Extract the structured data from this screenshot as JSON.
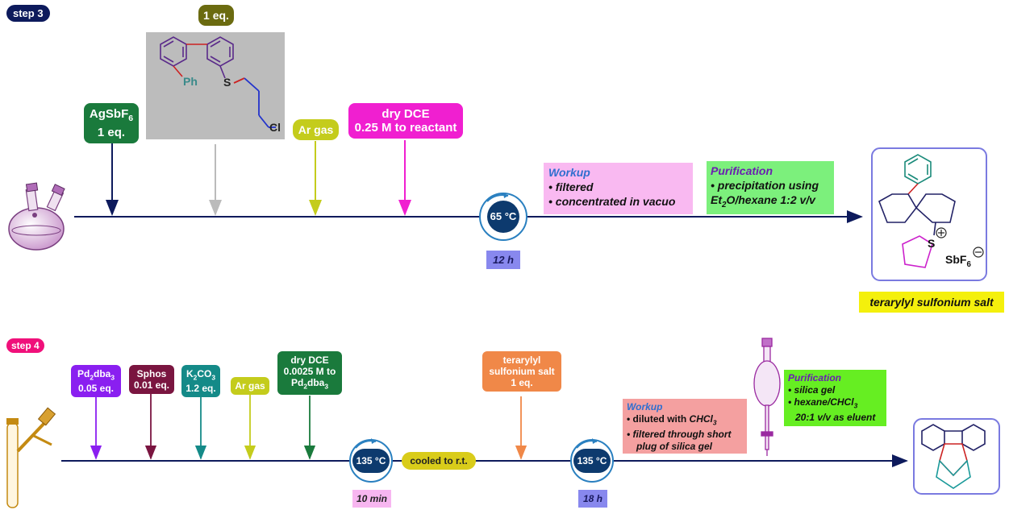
{
  "step3": {
    "label": "step 3",
    "reagents": {
      "substrate_eq": "1 eq.",
      "substrate_ph": "Ph",
      "substrate_s": "S",
      "substrate_cl": "Cl",
      "agsbf6_line1_a": "AgSbF",
      "agsbf6_line1_sub": "6",
      "agsbf6_line2": "1 eq.",
      "argas": "Ar gas",
      "dce_line1": "dry DCE",
      "dce_line2": "0.25 M to reactant"
    },
    "temperature": "65 °C",
    "time": "12 h",
    "workup": {
      "title": "Workup",
      "items": [
        "• filtered",
        "• concentrated in vacuo"
      ]
    },
    "purification": {
      "title": "Purification",
      "item1": "• precipitation using",
      "item2_a": "Et",
      "item2_sub": "2",
      "item2_b": "O/hexane 1:2 v/v"
    },
    "product": {
      "s_label": "S",
      "counterion_a": "SbF",
      "counterion_sub": "6",
      "name": "terarylyl sulfonium salt"
    }
  },
  "step4": {
    "label": "step 4",
    "reagents": {
      "pd_a": "Pd",
      "pd_sub1": "2",
      "pd_b": "dba",
      "pd_sub2": "3",
      "pd_eq": "0.05 eq.",
      "sphos_1": "Sphos",
      "sphos_2": "0.01 eq.",
      "k2co3_a": "K",
      "k2co3_sub1": "2",
      "k2co3_b": "CO",
      "k2co3_sub2": "3",
      "k2co3_eq": "1.2 eq.",
      "argas": "Ar gas",
      "dce_1": "dry DCE",
      "dce_2": "0.0025 M to",
      "dce_3_a": "Pd",
      "dce_3_sub1": "2",
      "dce_3_b": "dba",
      "dce_3_sub2": "3",
      "salt_1": "terarylyl",
      "salt_2": "sulfonium salt",
      "salt_3": "1 eq."
    },
    "temp1": "135 °C",
    "time1": "10 min",
    "cooled": "cooled to r.t.",
    "temp2": "135 °C",
    "time2": "18 h",
    "workup": {
      "title": "Workup",
      "item1_a": "•  diluted with ",
      "item1_b": "CHCl",
      "item1_sub": "3",
      "item2": "•  filtered through short",
      "item3": "plug of silica gel"
    },
    "purification": {
      "title": "Purification",
      "item1": "• silica gel",
      "item2_a": "• hexane/CHCl",
      "item2_sub": "3",
      "item3": "20:1 v/v as eluent"
    }
  },
  "colors": {
    "navy": "#0d1a5c",
    "agsbf6": "#1a7a3c",
    "substrate_eq": "#6b6b10",
    "argas": "#c4cc1c",
    "dce": "#f01fd0",
    "pd2dba3": "#8a1ff0",
    "sphos": "#7a1540",
    "k2co3": "#148a88",
    "dce4": "#1a7a3c",
    "salt": "#f08848",
    "workup_bg": "#f9b9f1",
    "purif_bg": "#7cf07c",
    "workup4_bg": "#f4a0a0",
    "purif4_bg": "#66ee22",
    "time_bg": "#8888ee",
    "time4a_bg": "#f7b6f0",
    "product_label_bg": "#f4f00c"
  }
}
